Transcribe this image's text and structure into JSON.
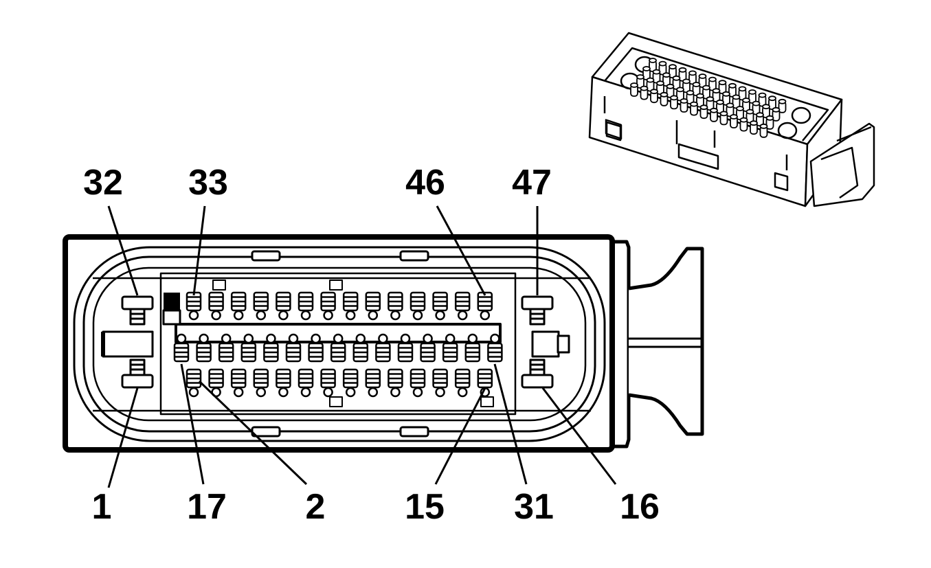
{
  "diagram": {
    "pin_labels": {
      "top": [
        "32",
        "33",
        "46",
        "47"
      ],
      "bottom": [
        "1",
        "17",
        "2",
        "15",
        "31",
        "16"
      ]
    },
    "colors": {
      "line": "#000000",
      "background": "#ffffff"
    }
  }
}
